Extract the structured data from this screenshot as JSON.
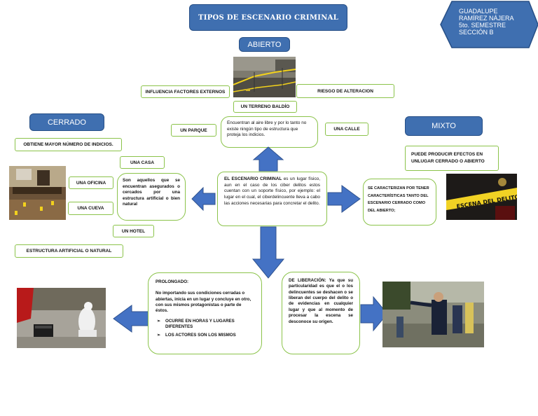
{
  "title": "TIPOS DE ESCENARIO CRIMINAL",
  "author": {
    "lines": [
      "GUADALUPE",
      "RAMÍREZ NÁJERA",
      "5to. SEMESTRE",
      "SECCIÓN B"
    ]
  },
  "abierto": {
    "header": "ABIERTO",
    "left_label": "INFLUENCIA FACTORES EXTERNOS",
    "right_label": "RIESGO DE ALTERACION",
    "example_terreno": "UN TERRENO BALDÍO",
    "example_parque": "UN PARQUE",
    "example_calle": "UNA CALLE",
    "description": "Encuentran al aire libre y por lo tanto no existe ningún tipo de estructura que proteja los indicios."
  },
  "cerrado": {
    "header": "CERRADO",
    "label_indicios": "OBTIENE MAYOR NÚMERO DE INDICIOS.",
    "example_casa": "UNA CASA",
    "example_oficina": "UNA OFICINA",
    "example_cueva": "UNA CUEVA",
    "example_hotel": "UN HOTEL",
    "label_estructura": "ESTRUCTURA ARTIFICIAL O NATURAL",
    "description": "Son aquellos que se encuentran asegurados o cercados por una estructura artificial o bien natural"
  },
  "mixto": {
    "header": "MIXTO",
    "label_efectos": "PUEDE PRODUCIR EFECTOS EN UNLUGAR CERRADO O ABIERTO",
    "description": "SE CARACTERIZAN POR TENER CARACTERÍSTICAS TANTO DEL ESCENARIO CERRADO COMO DEL ABIERTO;"
  },
  "center": {
    "bold_lead": "EL ESCENARIO CRIMINAL",
    "text": " es un lugar físico, aun en el caso de los ciber delitos estos cuentan con un soporte físico, por ejemplo: el lugar en el cual, el ciberdelincuente lleva a cabo las acciones necesarias para concretar el delito."
  },
  "prolongado": {
    "title": "PROLONGADO:",
    "text": "No importando sus condiciones cerradas o abiertas, inicia en un lugar y concluye en otro, con sus mismos protagonistas o parte de éstos.",
    "bullets": [
      "OCURRE EN HORAS Y LUGARES DIFERENTES",
      "LOS ACTORES SON LOS MISMOS"
    ]
  },
  "liberacion": {
    "title": "DE LIBERACIÓN:",
    "text": " Ya que su particularidad es que el o los delincuentes se deshacen o se liberan del cuerpo del delito o de evidencias en cualquier lugar y que al momento de procesar la escena se desconoce su origen."
  },
  "photos": {
    "mixto_tape_text": "ESCENA DEL DELITO"
  },
  "colors": {
    "blue": "#3f6fb0",
    "blue_dark": "#274f86",
    "green_border": "#8bc34a"
  }
}
